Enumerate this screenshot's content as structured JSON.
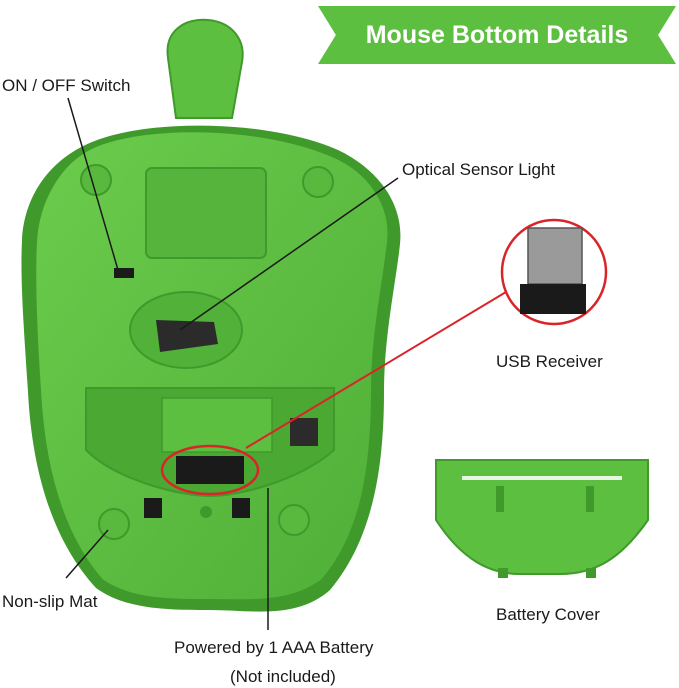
{
  "banner": {
    "title": "Mouse Bottom Details"
  },
  "labels": {
    "switch": "ON / OFF Switch",
    "sensor": "Optical Sensor Light",
    "receiver": "USB Receiver",
    "mat": "Non-slip Mat",
    "cover": "Battery Cover",
    "battery_line1": "Powered by 1 AAA Battery",
    "battery_line2": "(Not included)"
  },
  "colors": {
    "mouse_green": "#5cbf3f",
    "mouse_dark": "#3f9a2b",
    "banner_green": "#5cbf3f",
    "highlight_red": "#d9252a"
  }
}
